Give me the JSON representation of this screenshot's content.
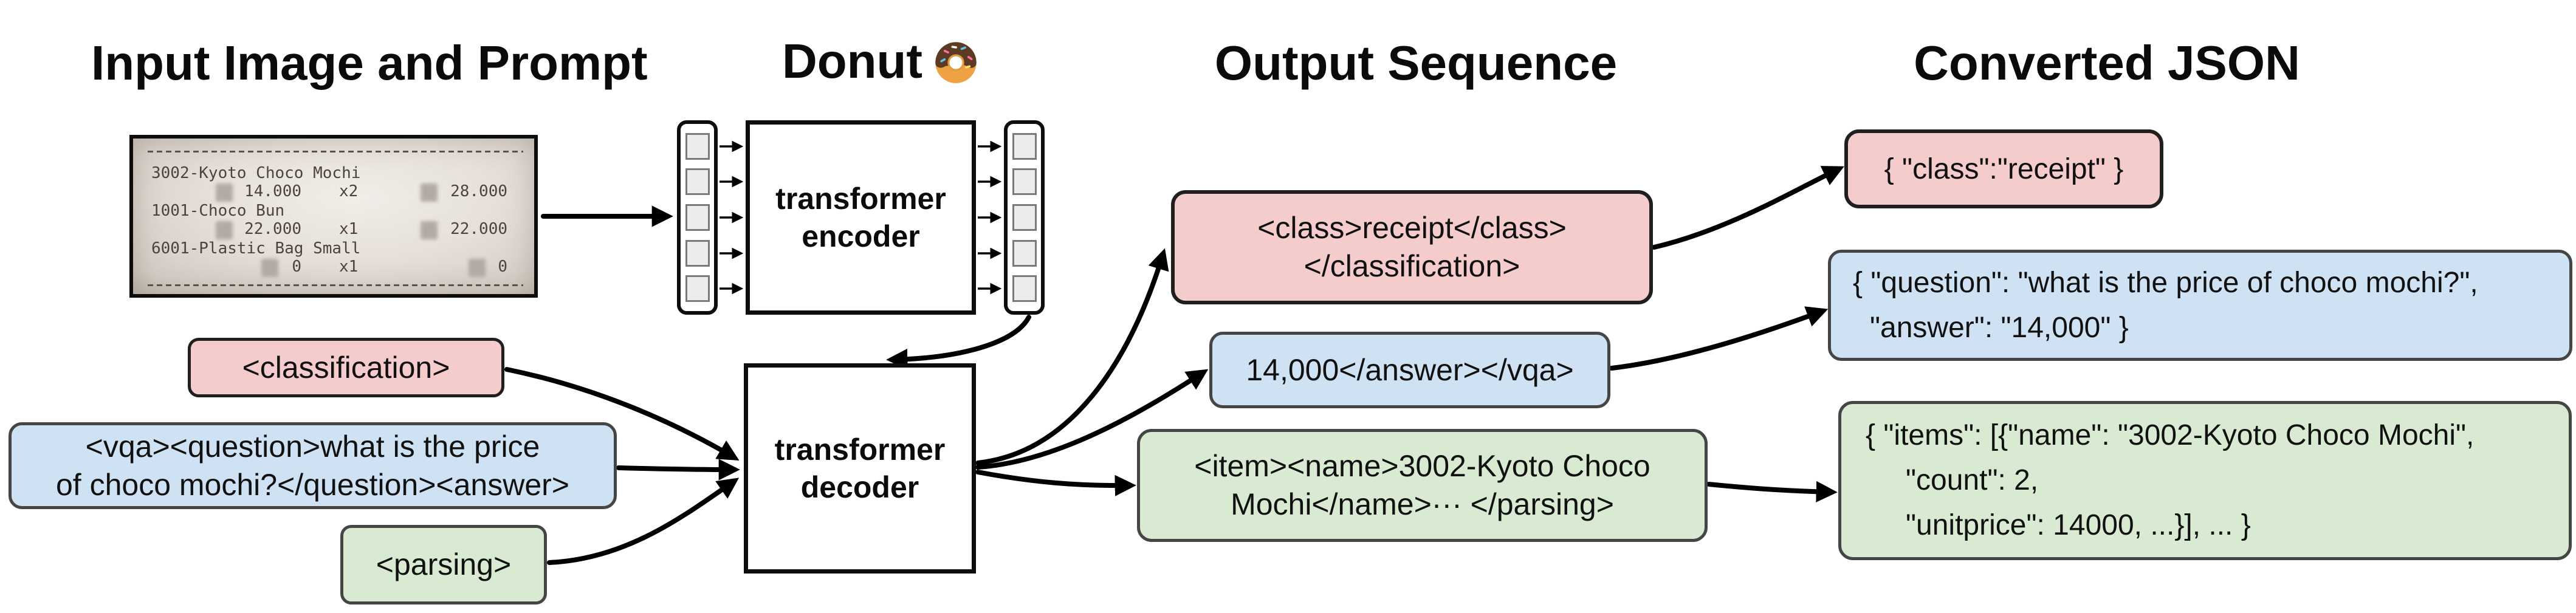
{
  "titles": {
    "input": "Input Image and Prompt",
    "model": "Donut",
    "model_emoji": "donut-emoji",
    "output": "Output Sequence",
    "json": "Converted JSON"
  },
  "receipt": {
    "items": [
      {
        "name": "3002-Kyoto Choco Mochi",
        "unit": "14.000",
        "qty": "x2",
        "total": "28.000"
      },
      {
        "name": "1001-Choco Bun",
        "unit": "22.000",
        "qty": "x1",
        "total": "22.000"
      },
      {
        "name": "6001-Plastic Bag Small",
        "unit": "0",
        "qty": "x1",
        "total": "0"
      }
    ]
  },
  "model": {
    "encoder_line1": "transformer",
    "encoder_line2": "encoder",
    "decoder_line1": "transformer",
    "decoder_line2": "decoder"
  },
  "prompts": {
    "classification": "<classification>",
    "vqa_line1": "<vqa><question>what is the price",
    "vqa_line2": "of choco mochi?</question><answer>",
    "parsing": "<parsing>"
  },
  "outputs": {
    "classification_line1": "<class>receipt</class>",
    "classification_line2": "</classification>",
    "vqa": "14,000</answer></vqa>",
    "parsing_line1": "<item><name>3002-Kyoto Choco",
    "parsing_line2": "Mochi</name>··· </parsing>"
  },
  "converted": {
    "classification": "{ \"class\":\"receipt\" }",
    "vqa_line1": "{ \"question\": \"what is the price of choco mochi?\",",
    "vqa_line2": "\"answer\": \"14,000\" }",
    "parsing_line1": "{ \"items\": [{\"name\": \"3002-Kyoto Choco Mochi\",",
    "parsing_line2": "\"count\": 2,",
    "parsing_line3": "\"unitprice\": 14000, ...}], ... }"
  },
  "colors": {
    "classification_fill": "#f4cccc",
    "vqa_fill": "#cfe2f3",
    "parsing_fill": "#d9ead3",
    "token_fill": "#ececec",
    "line": "#000000"
  }
}
